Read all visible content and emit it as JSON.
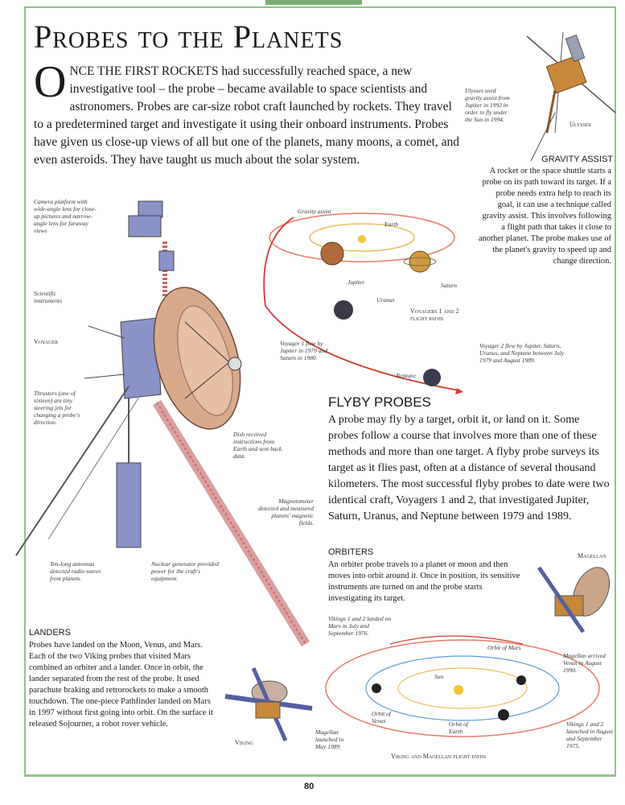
{
  "page": {
    "title": "Probes to the Planets",
    "intro_dropcap": "O",
    "intro_smallcaps": "NCE THE FIRST ROCKETS",
    "intro_rest": " had successfully reached space, a new investigative tool – the probe – became available to space scientists and astronomers. Probes are car-size robot craft launched by rockets. They travel to a predetermined target and investigate it using their onboard instruments. Probes have given us close-up views of all but one of the planets, many moons, a comet, and even asteroids. They have taught us much about the solar system.",
    "page_number": "80"
  },
  "gravity_assist": {
    "heading": "Gravity Assist",
    "text": "A rocket or the space shuttle starts a probe on its path toward its target. If a probe needs extra help to reach its goal, it can use a technique called gravity assist. This involves following a flight path that takes it close to another planet. The probe makes use of the planet's gravity to speed up and change direction."
  },
  "flyby": {
    "heading": "Flyby Probes",
    "text": "A probe may fly by a target, orbit it, or land on it. Some probes follow a course that involves more than one of these methods and more than one target. A flyby probe surveys its target as it flies past, often at a distance of several thousand kilometers. The most successful flyby probes to date were two identical craft, Voyagers 1 and 2, that investigated Jupiter, Saturn, Uranus, and Neptune between 1979 and 1989."
  },
  "orbiters": {
    "heading": "Orbiters",
    "text": "An orbiter probe travels to a planet or moon and then moves into orbit around it. Once in position, its sensitive instruments are turned on and the probe starts investigating its target."
  },
  "landers": {
    "heading": "Landers",
    "text": "Probes have landed on the Moon, Venus, and Mars. Each of the two Viking probes that visited Mars combined an orbiter and a lander. Once in orbit, the lander separated from the rest of the probe. It used parachute braking and retrorockets to make a smooth touchdown. The one-piece Pathfinder landed on Mars in 1997 without first going into orbit. On the surface it released Sojourner, a robot rover vehicle."
  },
  "labels": {
    "ulysses_caption": "Ulysses used gravity assist from Jupiter in 1992 in order to fly under the Sun in 1994.",
    "ulysses": "Ulysses",
    "camera_platform": "Camera platform with wide-angle lens for close-up pictures and narrow-angle lens for faraway views",
    "scientific_instruments": "Scientific instruments",
    "voyager": "Voyager",
    "thrusters": "Thrusters (one of sixteen) are tiny steering jets for changing a probe's direction.",
    "dish": "Dish received instructions from Earth and sent back data.",
    "antenna": "Ten-long antennas detected radio waves from planets.",
    "nuclear": "Nuclear generator provided power for the craft's equipment.",
    "magnetometer": "Magnetometer detected and measured planets' magnetic fields.",
    "gravity_assist_diagram": "Gravity assist",
    "earth": "Earth",
    "jupiter": "Jupiter",
    "saturn": "Saturn",
    "uranus": "Uranus",
    "neptune": "Neptune",
    "voyager_paths": "Voyagers 1 and 2 flight paths",
    "voyager1": "Voyager 1 flew by Jupiter in 1979 and Saturn in 1980.",
    "voyager2": "Voyager 2 flew by Jupiter, Saturn, Uranus, and Neptune between July 1979 and August 1989.",
    "magellan": "Magellan",
    "viking_caption": "Vikings 1 and 2 landed on Mars in July and September 1976.",
    "orbit_mars": "Orbit of Mars",
    "sun": "Sun",
    "orbit_venus": "Orbit of Venus",
    "orbit_earth": "Orbit of Earth",
    "magellan_arrived": "Magellan arrived Venus in August 1990.",
    "magellan_launched": "Magellan launched in May 1989.",
    "vikings_launched": "Vikings 1 and 2 launched in August and September 1975.",
    "viking_paths": "Viking and Magellan flight paths",
    "venus_probe": "Viking"
  },
  "colors": {
    "border": "#8fc48a",
    "orbit": "#e87a6a",
    "path": "#d43a2a",
    "dish": "#d9a98c",
    "body": "#7f8fc8"
  }
}
